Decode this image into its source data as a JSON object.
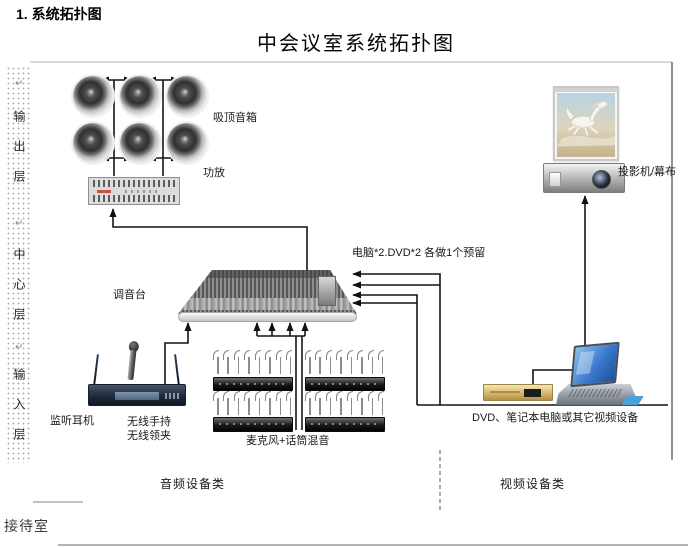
{
  "page": {
    "section_heading": "1. 系统拓扑图",
    "diagram_title": "中会议室系统拓扑图",
    "room_footer": "接待室"
  },
  "sidebar": {
    "return_mark": "↵",
    "layers": [
      {
        "label": "输出层"
      },
      {
        "label": "中心层"
      },
      {
        "label": "输入层"
      }
    ]
  },
  "diagram": {
    "audio": {
      "ceiling_speakers_label": "吸顶音箱",
      "amplifier_label": "功放",
      "mixer_label": "调音台",
      "monitor_headphones_label": "监听耳机",
      "wireless_handheld_label": "无线手持",
      "wireless_lapel_label": "无线领夹",
      "mic_mixer_label": "麦克风+话筒混音",
      "category_label": "音频设备类"
    },
    "video": {
      "projector_screen_label": "投影机/幕布",
      "devices_label": "DVD、笔记本电脑或其它视频设备",
      "category_label": "视频设备类"
    },
    "notes": {
      "reserve_note": "电脑*2.DVD*2 各做1个预留"
    },
    "colors": {
      "wire": "#1c1c1c",
      "frame_border": "#8f8f8f",
      "dashed_divider": "#5a5a5a"
    }
  }
}
